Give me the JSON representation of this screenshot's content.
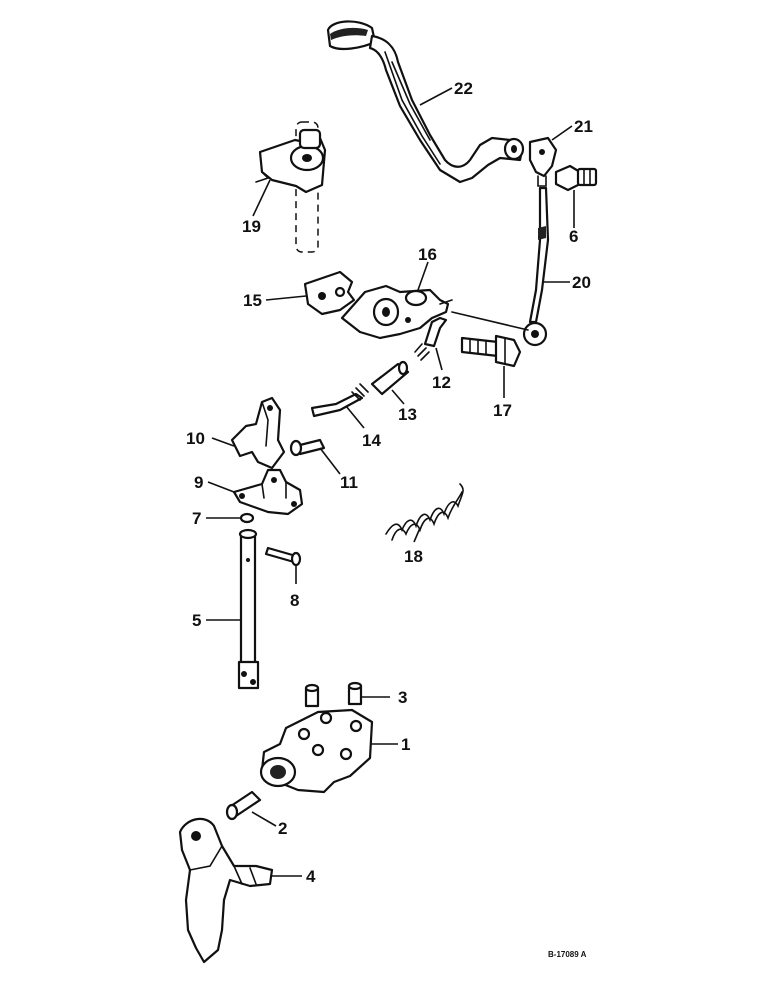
{
  "labels": {
    "p1": "1",
    "p2": "2",
    "p3": "3",
    "p4": "4",
    "p5": "5",
    "p6": "6",
    "p7": "7",
    "p8": "8",
    "p9": "9",
    "p10": "10",
    "p11": "11",
    "p12": "12",
    "p13": "13",
    "p14": "14",
    "p15": "15",
    "p16": "16",
    "p17": "17",
    "p18": "18",
    "p19": "19",
    "p20": "20",
    "p21": "21",
    "p22": "22"
  },
  "drawing_number": "B-17089 A",
  "colors": {
    "ink": "#111111",
    "paper": "#ffffff"
  }
}
